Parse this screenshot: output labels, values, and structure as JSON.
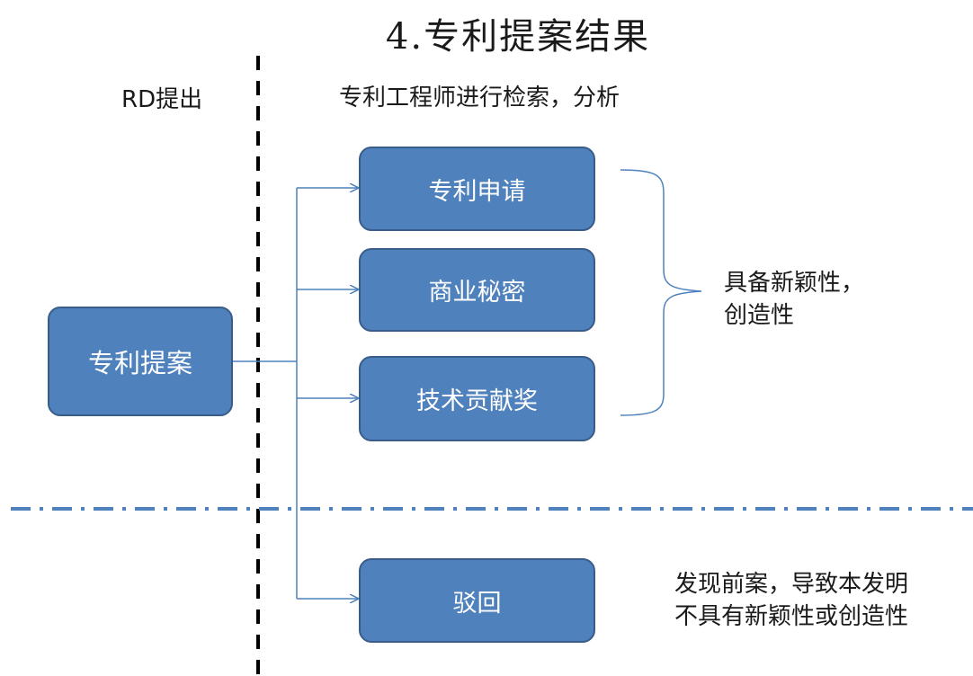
{
  "title": "4.专利提案结果",
  "left_header": "RD提出",
  "right_header": "专利工程师进行检索，分析",
  "source_box": "专利提案",
  "outcomes": [
    "专利申请",
    "商业秘密",
    "技术贡献奖"
  ],
  "reject_box": "驳回",
  "positive_note_lines": [
    "具备新颖性，",
    "创造性"
  ],
  "reject_note_lines": [
    "发现前案，导致本发明",
    "不具有新颖性或创造性"
  ],
  "colors": {
    "box_fill": "#4f81bd",
    "box_border": "#385d8a",
    "arrow": "#4f81bd",
    "divider": "#4f81bd",
    "dashed_vertical": "#000000"
  }
}
